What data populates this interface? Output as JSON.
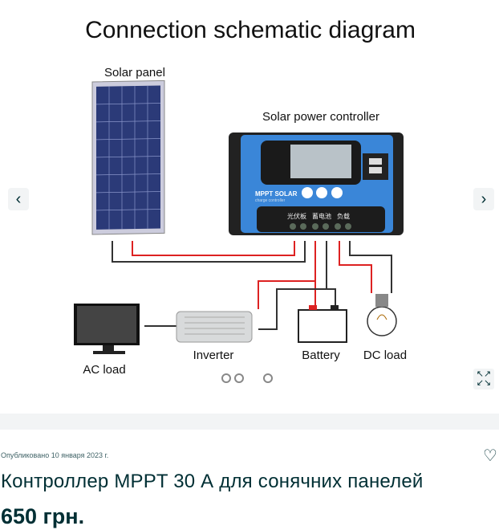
{
  "gallery": {
    "image_text": {
      "heading": "Connection schematic diagram",
      "solar_panel": "Solar panel",
      "controller": "Solar power controller",
      "mppt": "MPPT SOLAR",
      "charge_controller": "charge controller",
      "terminals_cn": [
        "光伏板",
        "蓄电池",
        "负载"
      ],
      "ac_load": "AC load",
      "inverter": "Inverter",
      "battery": "Battery",
      "dc_load": "DC load"
    },
    "prev_icon": "‹",
    "next_icon": "›",
    "expand_icon": "⤡",
    "slide_count": 3
  },
  "listing": {
    "published": "Опубликовано 10 января 2023 г.",
    "title": "Контроллер MPPT 30 А для сонячних панелей",
    "price": "650 грн.",
    "favorite_icon": "♡"
  }
}
